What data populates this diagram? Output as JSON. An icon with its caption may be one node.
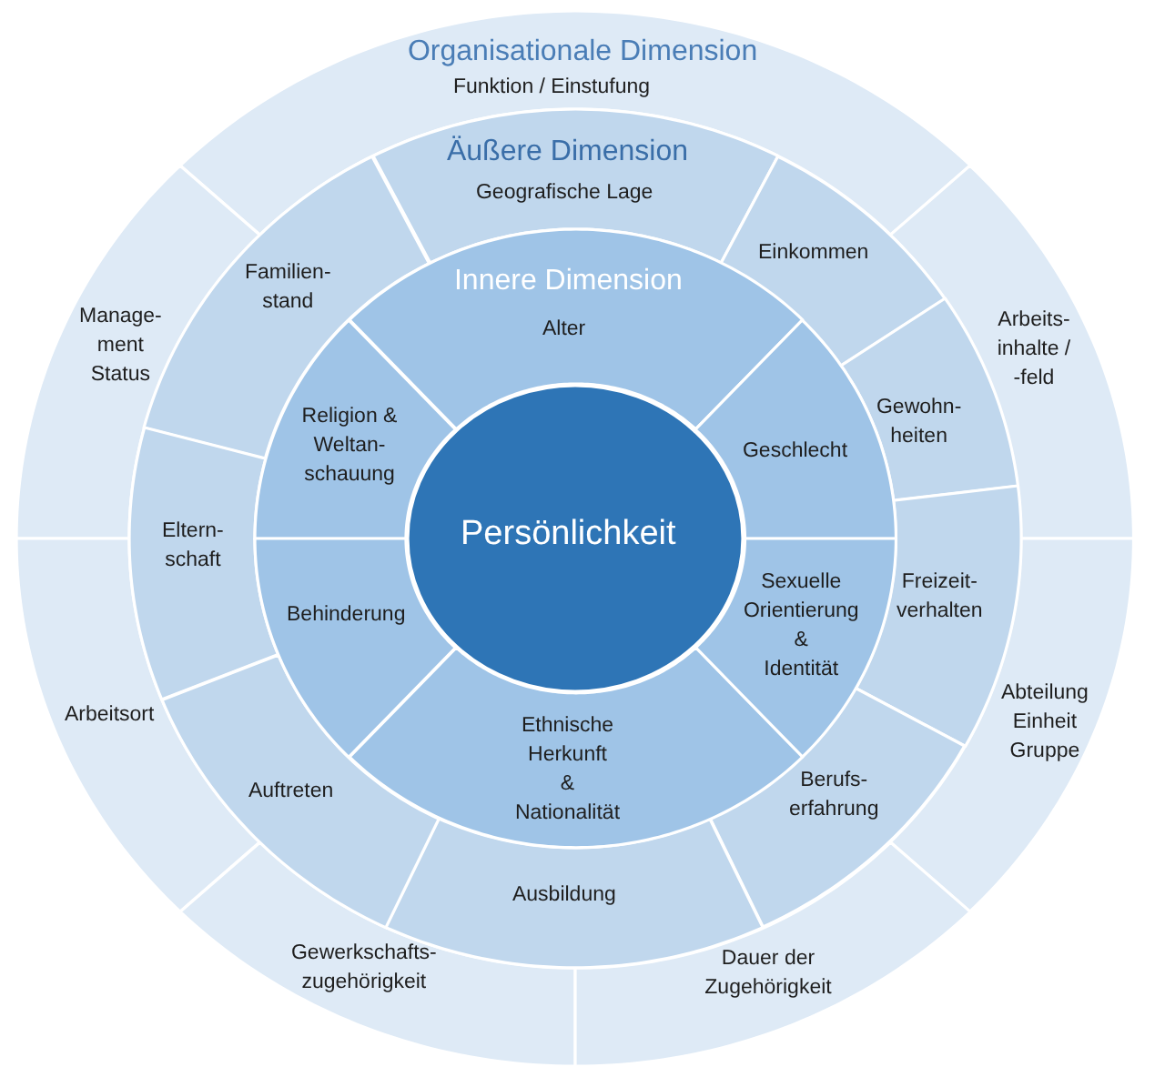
{
  "diagram": {
    "nodes": [
      {
        "text": [
          "Organisationale Dimension",
          "Funktion / Einstufung"
        ]
      },
      {
        "text": [
          "Manage- ment Status"
        ]
      },
      {
        "text": [
          "Arbeits- inhalte / -feld"
        ]
      },
      {
        "text": [
          "Arbeitsort"
        ]
      },
      {
        "text": [
          "Abteilung Einheit Gruppe"
        ]
      },
      {
        "text": [
          "Gewerkschafts- zugehörigkeit"
        ]
      },
      {
        "text": [
          "Dauer der Zugehörigkeit"
        ]
      },
      {
        "text": [
          "Äußere Dimension",
          "Geografische Lage"
        ]
      },
      {
        "text": [
          "Familien- stand"
        ]
      },
      {
        "text": [
          "Einkommen"
        ]
      },
      {
        "text": [
          "Gewohn- heiten"
        ]
      },
      {
        "text": [
          "Eltern- schaft"
        ]
      },
      {
        "text": [
          "Freizeit- verhalten"
        ]
      },
      {
        "text": [
          "Auftreten"
        ]
      },
      {
        "text": [
          "Berufs- erfahrung"
        ]
      },
      {
        "text": [
          "Ausbildung"
        ]
      },
      {
        "text": [
          "Innere Dimension",
          "Alter"
        ]
      },
      {
        "text": [
          "Religion & Weltan- schauung"
        ]
      },
      {
        "text": [
          "Geschlecht"
        ]
      },
      {
        "text": [
          "Behinderung"
        ]
      },
      {
        "text": [
          "Sexuelle Orientierung & Identität"
        ]
      },
      {
        "text": [
          "Ethnische Herkunft & Nationalität"
        ]
      },
      {
        "text": [
          "Persönlichkeit"
        ]
      }
    ]
  }
}
